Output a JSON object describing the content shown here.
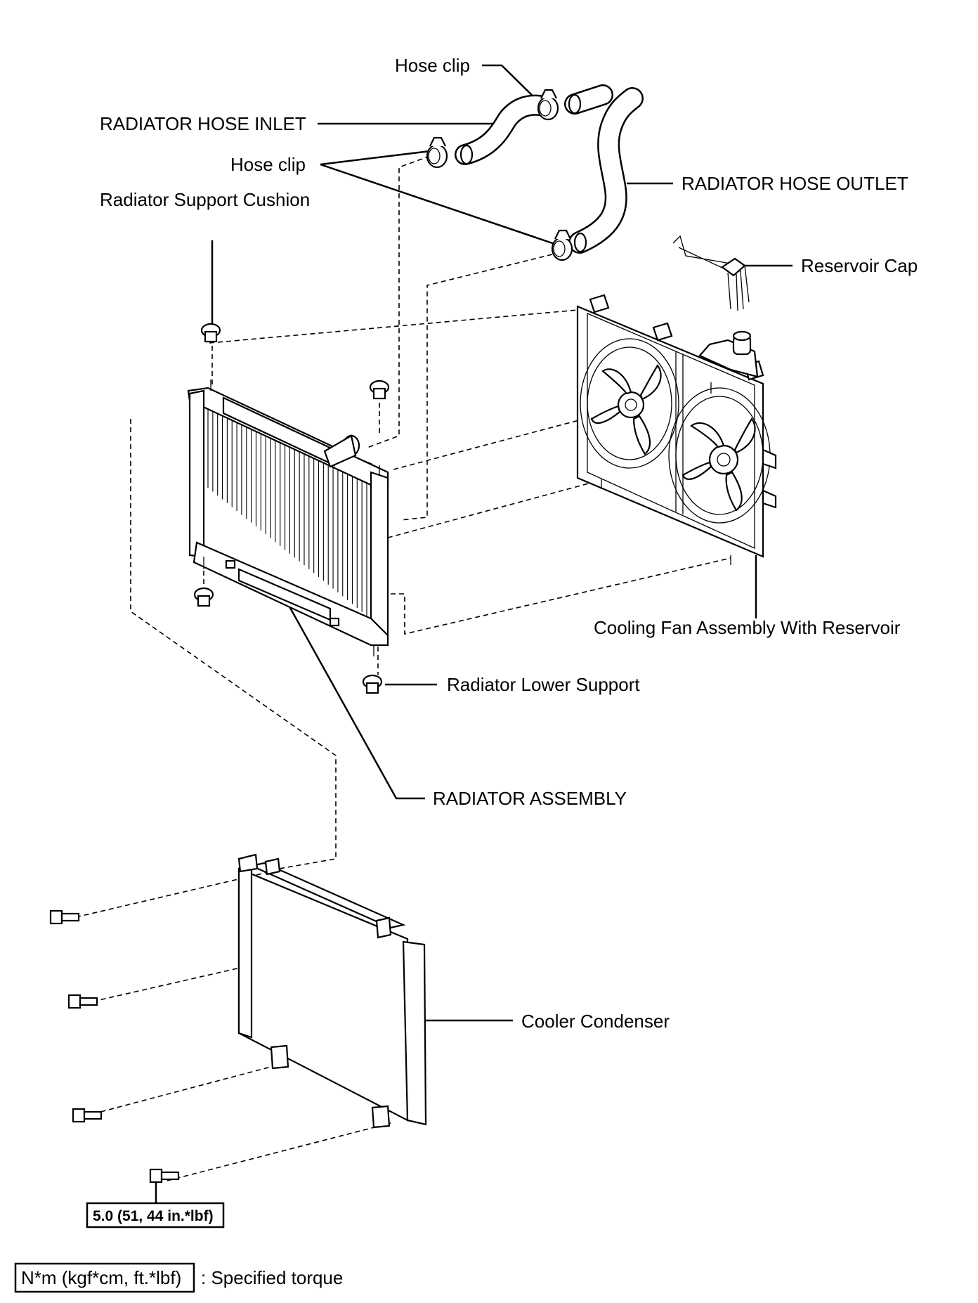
{
  "labels": {
    "hose_clip_top": "Hose clip",
    "radiator_hose_inlet": "RADIATOR HOSE INLET",
    "hose_clip_mid": "Hose clip",
    "radiator_support_cushion": "Radiator Support Cushion",
    "radiator_hose_outlet": "RADIATOR HOSE OUTLET",
    "reservoir_cap": "Reservoir Cap",
    "cooling_fan_assembly": "Cooling Fan Assembly With Reservoir",
    "radiator_lower_support": "Radiator Lower Support",
    "radiator_assembly": "RADIATOR ASSEMBLY",
    "cooler_condenser": "Cooler Condenser"
  },
  "torque": {
    "bolt_value": "5.0 (51, 44 in.*lbf)",
    "legend_box": "N*m (kgf*cm, ft.*lbf)",
    "legend_text": ": Specified torque"
  }
}
